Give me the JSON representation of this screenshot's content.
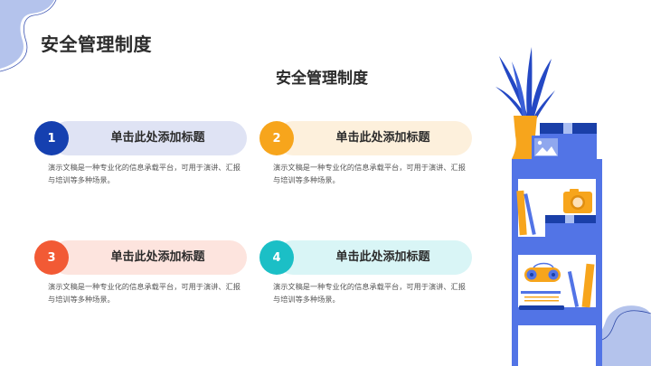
{
  "page": {
    "title": "安全管理制度",
    "section_title": "安全管理制度"
  },
  "colors": {
    "blue": "#1540b0",
    "orange": "#f7a51c",
    "red": "#f25a35",
    "teal": "#1bbfc6",
    "blob": "#b4c3ec",
    "shelf": "#5274e6"
  },
  "cards": [
    {
      "number": "1",
      "title": "单击此处添加标题",
      "description": "演示文稿是一种专业化的信息承载平台，可用于演讲、汇报与培训等多种场景。",
      "accent": "#1540b0",
      "pill_bg": "#dfe3f4"
    },
    {
      "number": "2",
      "title": "单击此处添加标题",
      "description": "演示文稿是一种专业化的信息承载平台，可用于演讲、汇报与培训等多种场景。",
      "accent": "#f7a51c",
      "pill_bg": "#fdf0dc"
    },
    {
      "number": "3",
      "title": "单击此处添加标题",
      "description": "演示文稿是一种专业化的信息承载平台，可用于演讲、汇报与培训等多种场景。",
      "accent": "#f25a35",
      "pill_bg": "#fde4de"
    },
    {
      "number": "4",
      "title": "单击此处添加标题",
      "description": "演示文稿是一种专业化的信息承载平台，可用于演讲、汇报与培训等多种场景。",
      "accent": "#1bbfc6",
      "pill_bg": "#d9f5f6"
    }
  ]
}
